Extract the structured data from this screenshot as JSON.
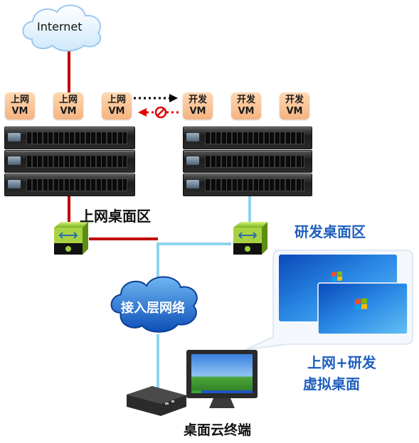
{
  "internet_label": "Internet",
  "vm_groups": {
    "internet_access": {
      "vms": [
        {
          "line1": "上网",
          "line2": "VM"
        },
        {
          "line1": "上网",
          "line2": "VM"
        },
        {
          "line1": "上网",
          "line2": "VM"
        }
      ],
      "zone_label": "上网桌面区"
    },
    "rnd": {
      "vms": [
        {
          "line1": "开发",
          "line2": "VM"
        },
        {
          "line1": "开发",
          "line2": "VM"
        },
        {
          "line1": "开发",
          "line2": "VM"
        }
      ],
      "zone_label": "研发桌面区"
    }
  },
  "access_network_label": "接入层网络",
  "virtual_desktop_label": {
    "line1": "上网+研发",
    "line2": "虚拟桌面"
  },
  "terminal_label": "桌面云终端",
  "colors": {
    "red_link": "#c00000",
    "blue_link": "#8fd3ee",
    "dark_blue_text": "#1f5fbf",
    "cloud_blue": "#1f6fd6",
    "vm_orange": "#f6b37f"
  },
  "icons": [
    "cloud-icon",
    "server-icon",
    "switch-icon",
    "monitor-icon",
    "thin-client-icon",
    "no-entry-icon",
    "windows-logo-icon"
  ]
}
